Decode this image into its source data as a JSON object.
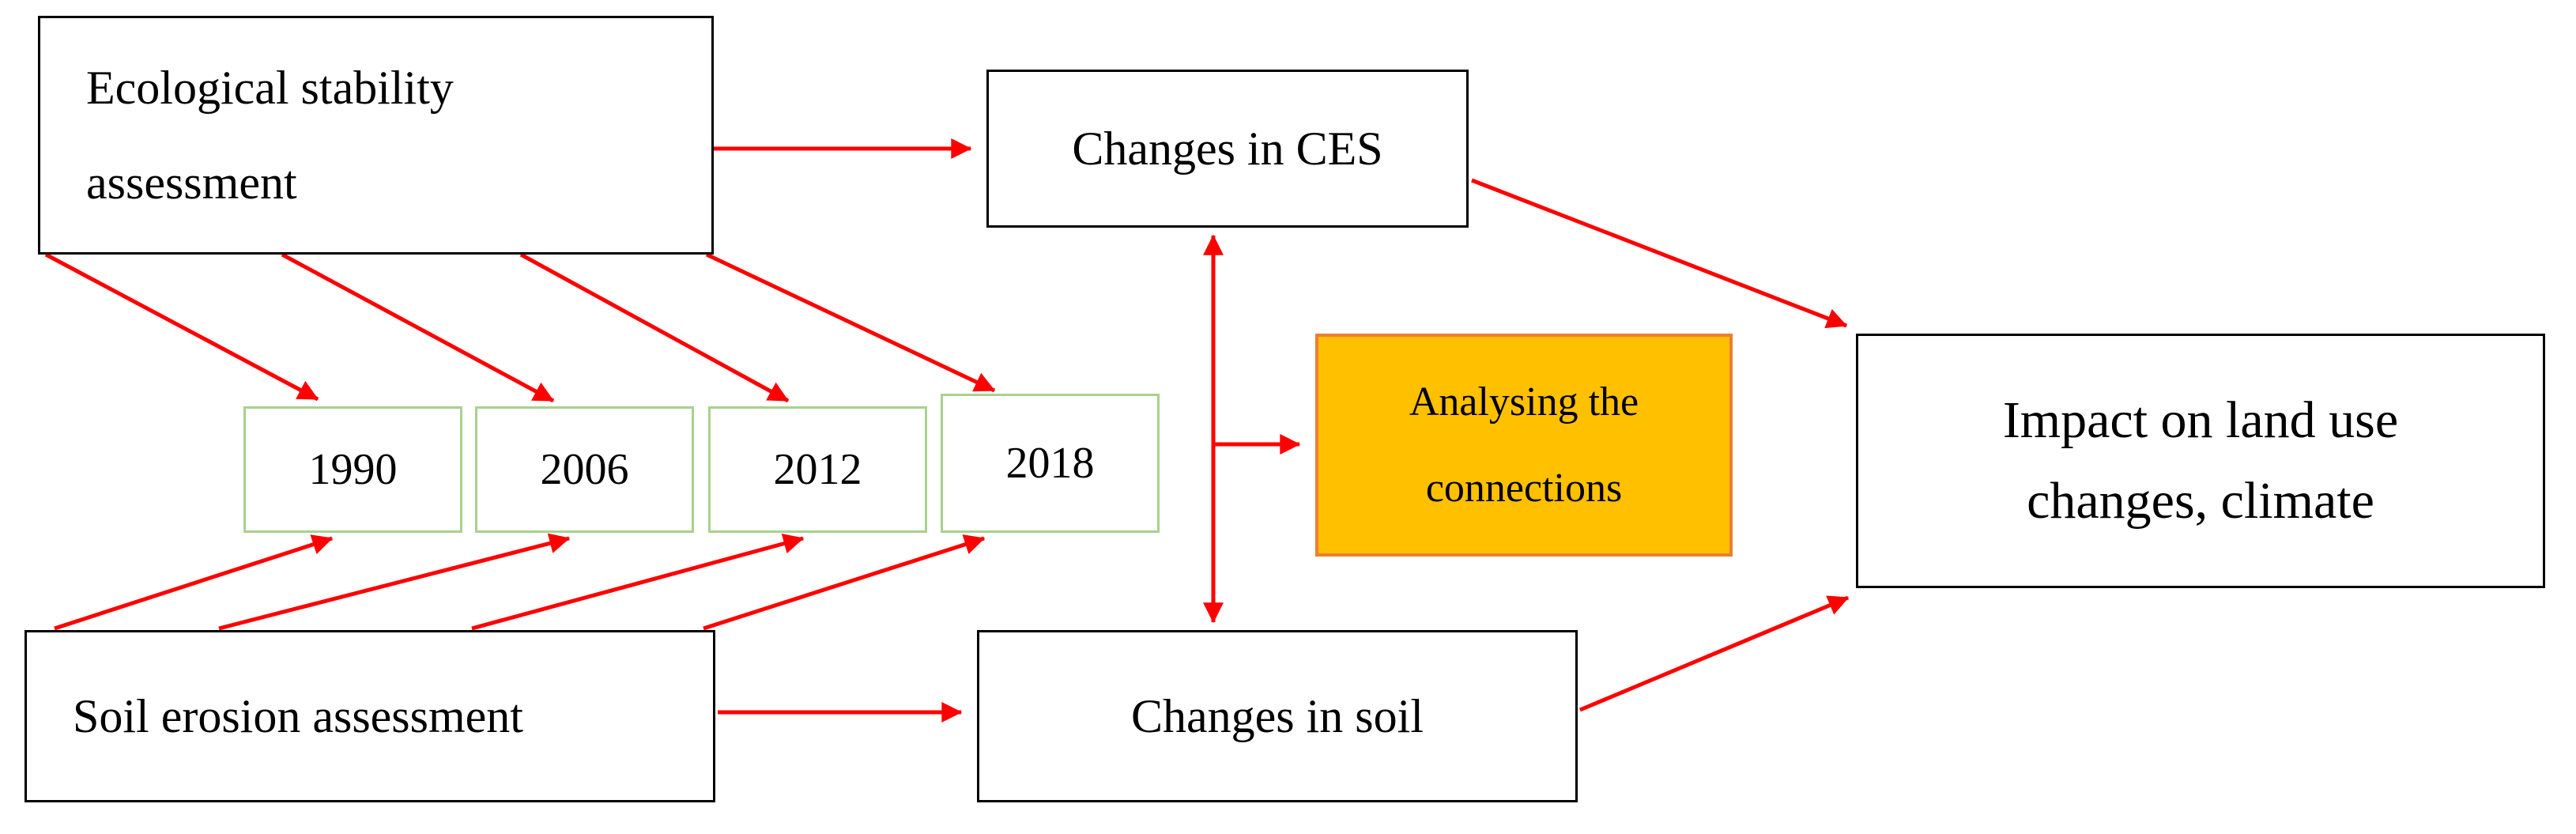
{
  "nodes": {
    "ecological": {
      "line1": "Ecological stability",
      "line2": "assessment"
    },
    "changes_ces": {
      "label": "Changes in CES"
    },
    "year_1990": {
      "label": "1990"
    },
    "year_2006": {
      "label": "2006"
    },
    "year_2012": {
      "label": "2012"
    },
    "year_2018": {
      "label": "2018"
    },
    "analysing": {
      "line1": "Analysing the",
      "line2": "connections"
    },
    "impact": {
      "line1": "Impact on land use",
      "line2": "changes, climate"
    },
    "soil_erosion": {
      "label": "Soil erosion assessment"
    },
    "changes_soil": {
      "label": "Changes in soil"
    }
  },
  "colors": {
    "arrow_red": "#FF0000",
    "box_border_black": "#000000",
    "year_box_border_green": "#A9D18E",
    "analysing_fill_orange": "#FFC000",
    "analysing_border_orange": "#ED7D31",
    "background_white": "#FFFFFF",
    "text_black": "#000000"
  }
}
